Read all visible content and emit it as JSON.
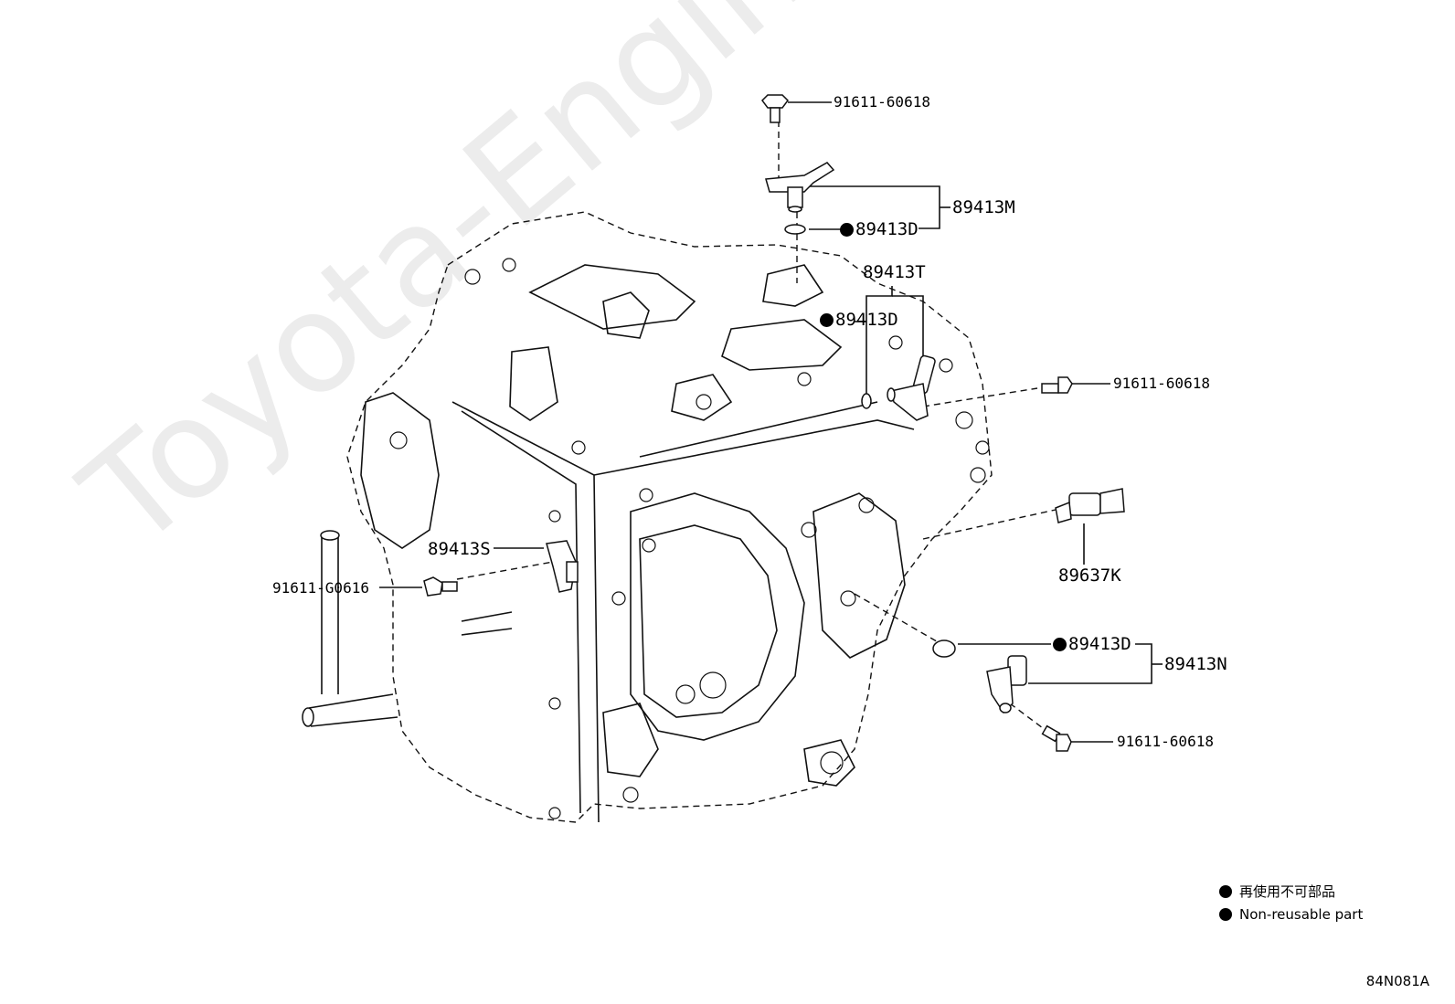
{
  "diagram": {
    "watermark": "Toyota-Engine.ru",
    "code": "84N081A",
    "callouts": {
      "bolt_top": "91611-60618",
      "sensor_m": "89413M",
      "oring_top": "89413D",
      "sensor_t": "89413T",
      "oring_mid": "89413D",
      "bolt_right": "91611-60618",
      "sensor_k": "89637K",
      "sensor_s": "89413S",
      "bolt_left": "91611-G0616",
      "oring_bottom": "89413D",
      "sensor_n": "89413N",
      "bolt_bottom": "91611-60618"
    },
    "legend": {
      "japanese": "再使用不可部品",
      "english": "Non-reusable part"
    }
  }
}
